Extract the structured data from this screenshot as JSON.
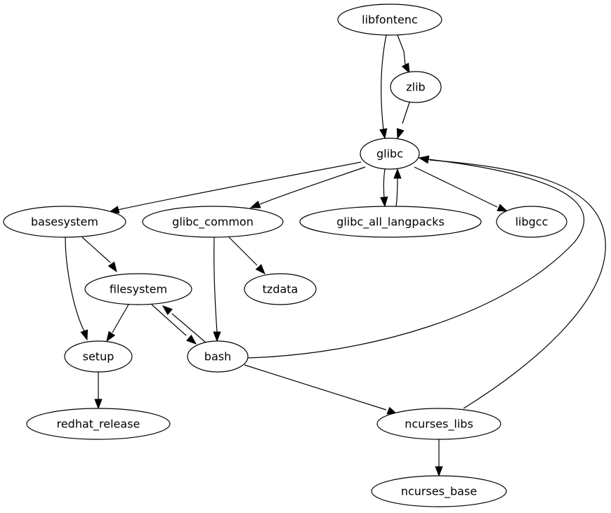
{
  "diagram": {
    "type": "directed-graph",
    "colors": {
      "stroke": "#000000",
      "fill": "#ffffff",
      "text": "#000000"
    },
    "nodes": [
      {
        "id": "libfontenc",
        "label": "libfontenc"
      },
      {
        "id": "zlib",
        "label": "zlib"
      },
      {
        "id": "glibc",
        "label": "glibc"
      },
      {
        "id": "basesystem",
        "label": "basesystem"
      },
      {
        "id": "glibc_common",
        "label": "glibc_common"
      },
      {
        "id": "glibc_all_langpacks",
        "label": "glibc_all_langpacks"
      },
      {
        "id": "libgcc",
        "label": "libgcc"
      },
      {
        "id": "filesystem",
        "label": "filesystem"
      },
      {
        "id": "tzdata",
        "label": "tzdata"
      },
      {
        "id": "setup",
        "label": "setup"
      },
      {
        "id": "bash",
        "label": "bash"
      },
      {
        "id": "redhat_release",
        "label": "redhat_release"
      },
      {
        "id": "ncurses_libs",
        "label": "ncurses_libs"
      },
      {
        "id": "ncurses_base",
        "label": "ncurses_base"
      }
    ],
    "edges": [
      {
        "from": "libfontenc",
        "to": "glibc"
      },
      {
        "from": "libfontenc",
        "to": "zlib"
      },
      {
        "from": "zlib",
        "to": "glibc"
      },
      {
        "from": "glibc",
        "to": "basesystem"
      },
      {
        "from": "glibc",
        "to": "glibc_common"
      },
      {
        "from": "glibc",
        "to": "glibc_all_langpacks"
      },
      {
        "from": "glibc_all_langpacks",
        "to": "glibc"
      },
      {
        "from": "glibc",
        "to": "libgcc"
      },
      {
        "from": "basesystem",
        "to": "filesystem"
      },
      {
        "from": "basesystem",
        "to": "setup"
      },
      {
        "from": "glibc_common",
        "to": "tzdata"
      },
      {
        "from": "glibc_common",
        "to": "bash"
      },
      {
        "from": "filesystem",
        "to": "setup"
      },
      {
        "from": "filesystem",
        "to": "bash"
      },
      {
        "from": "bash",
        "to": "filesystem"
      },
      {
        "from": "bash",
        "to": "glibc"
      },
      {
        "from": "bash",
        "to": "ncurses_libs"
      },
      {
        "from": "ncurses_libs",
        "to": "glibc"
      },
      {
        "from": "setup",
        "to": "redhat_release"
      },
      {
        "from": "ncurses_libs",
        "to": "ncurses_base"
      }
    ]
  }
}
